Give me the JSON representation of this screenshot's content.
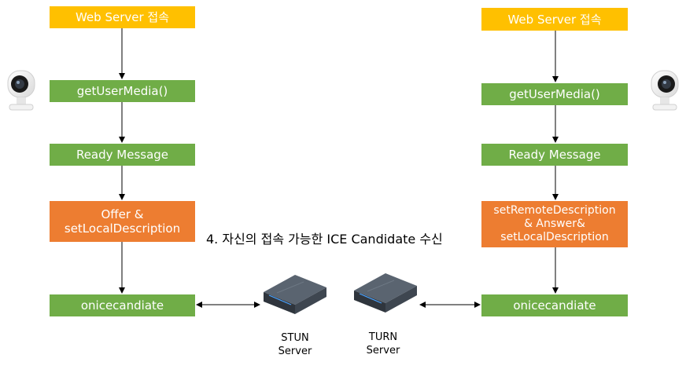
{
  "left_flow": {
    "connect": "Web Server 접속",
    "get_user_media": "getUserMedia()",
    "ready": "Ready Message",
    "offer": "Offer &\nsetLocalDescription",
    "ice": "onicecandiate"
  },
  "right_flow": {
    "connect": "Web Server 접속",
    "get_user_media": "getUserMedia()",
    "ready": "Ready Message",
    "answer": "setRemoteDescription\n& Answer&\nsetLocalDescription",
    "ice": "onicecandiate"
  },
  "ice_label": "4. 자신의 접속 가능한 ICE Candidate 수신",
  "servers": {
    "stun": "STUN\nServer",
    "turn": "TURN\nServer"
  },
  "colors": {
    "yellow": "#ffc000",
    "green": "#70ad47",
    "orange": "#ed7d31",
    "arrow": "#000000"
  },
  "icons": [
    "webcam-icon",
    "server-icon"
  ]
}
